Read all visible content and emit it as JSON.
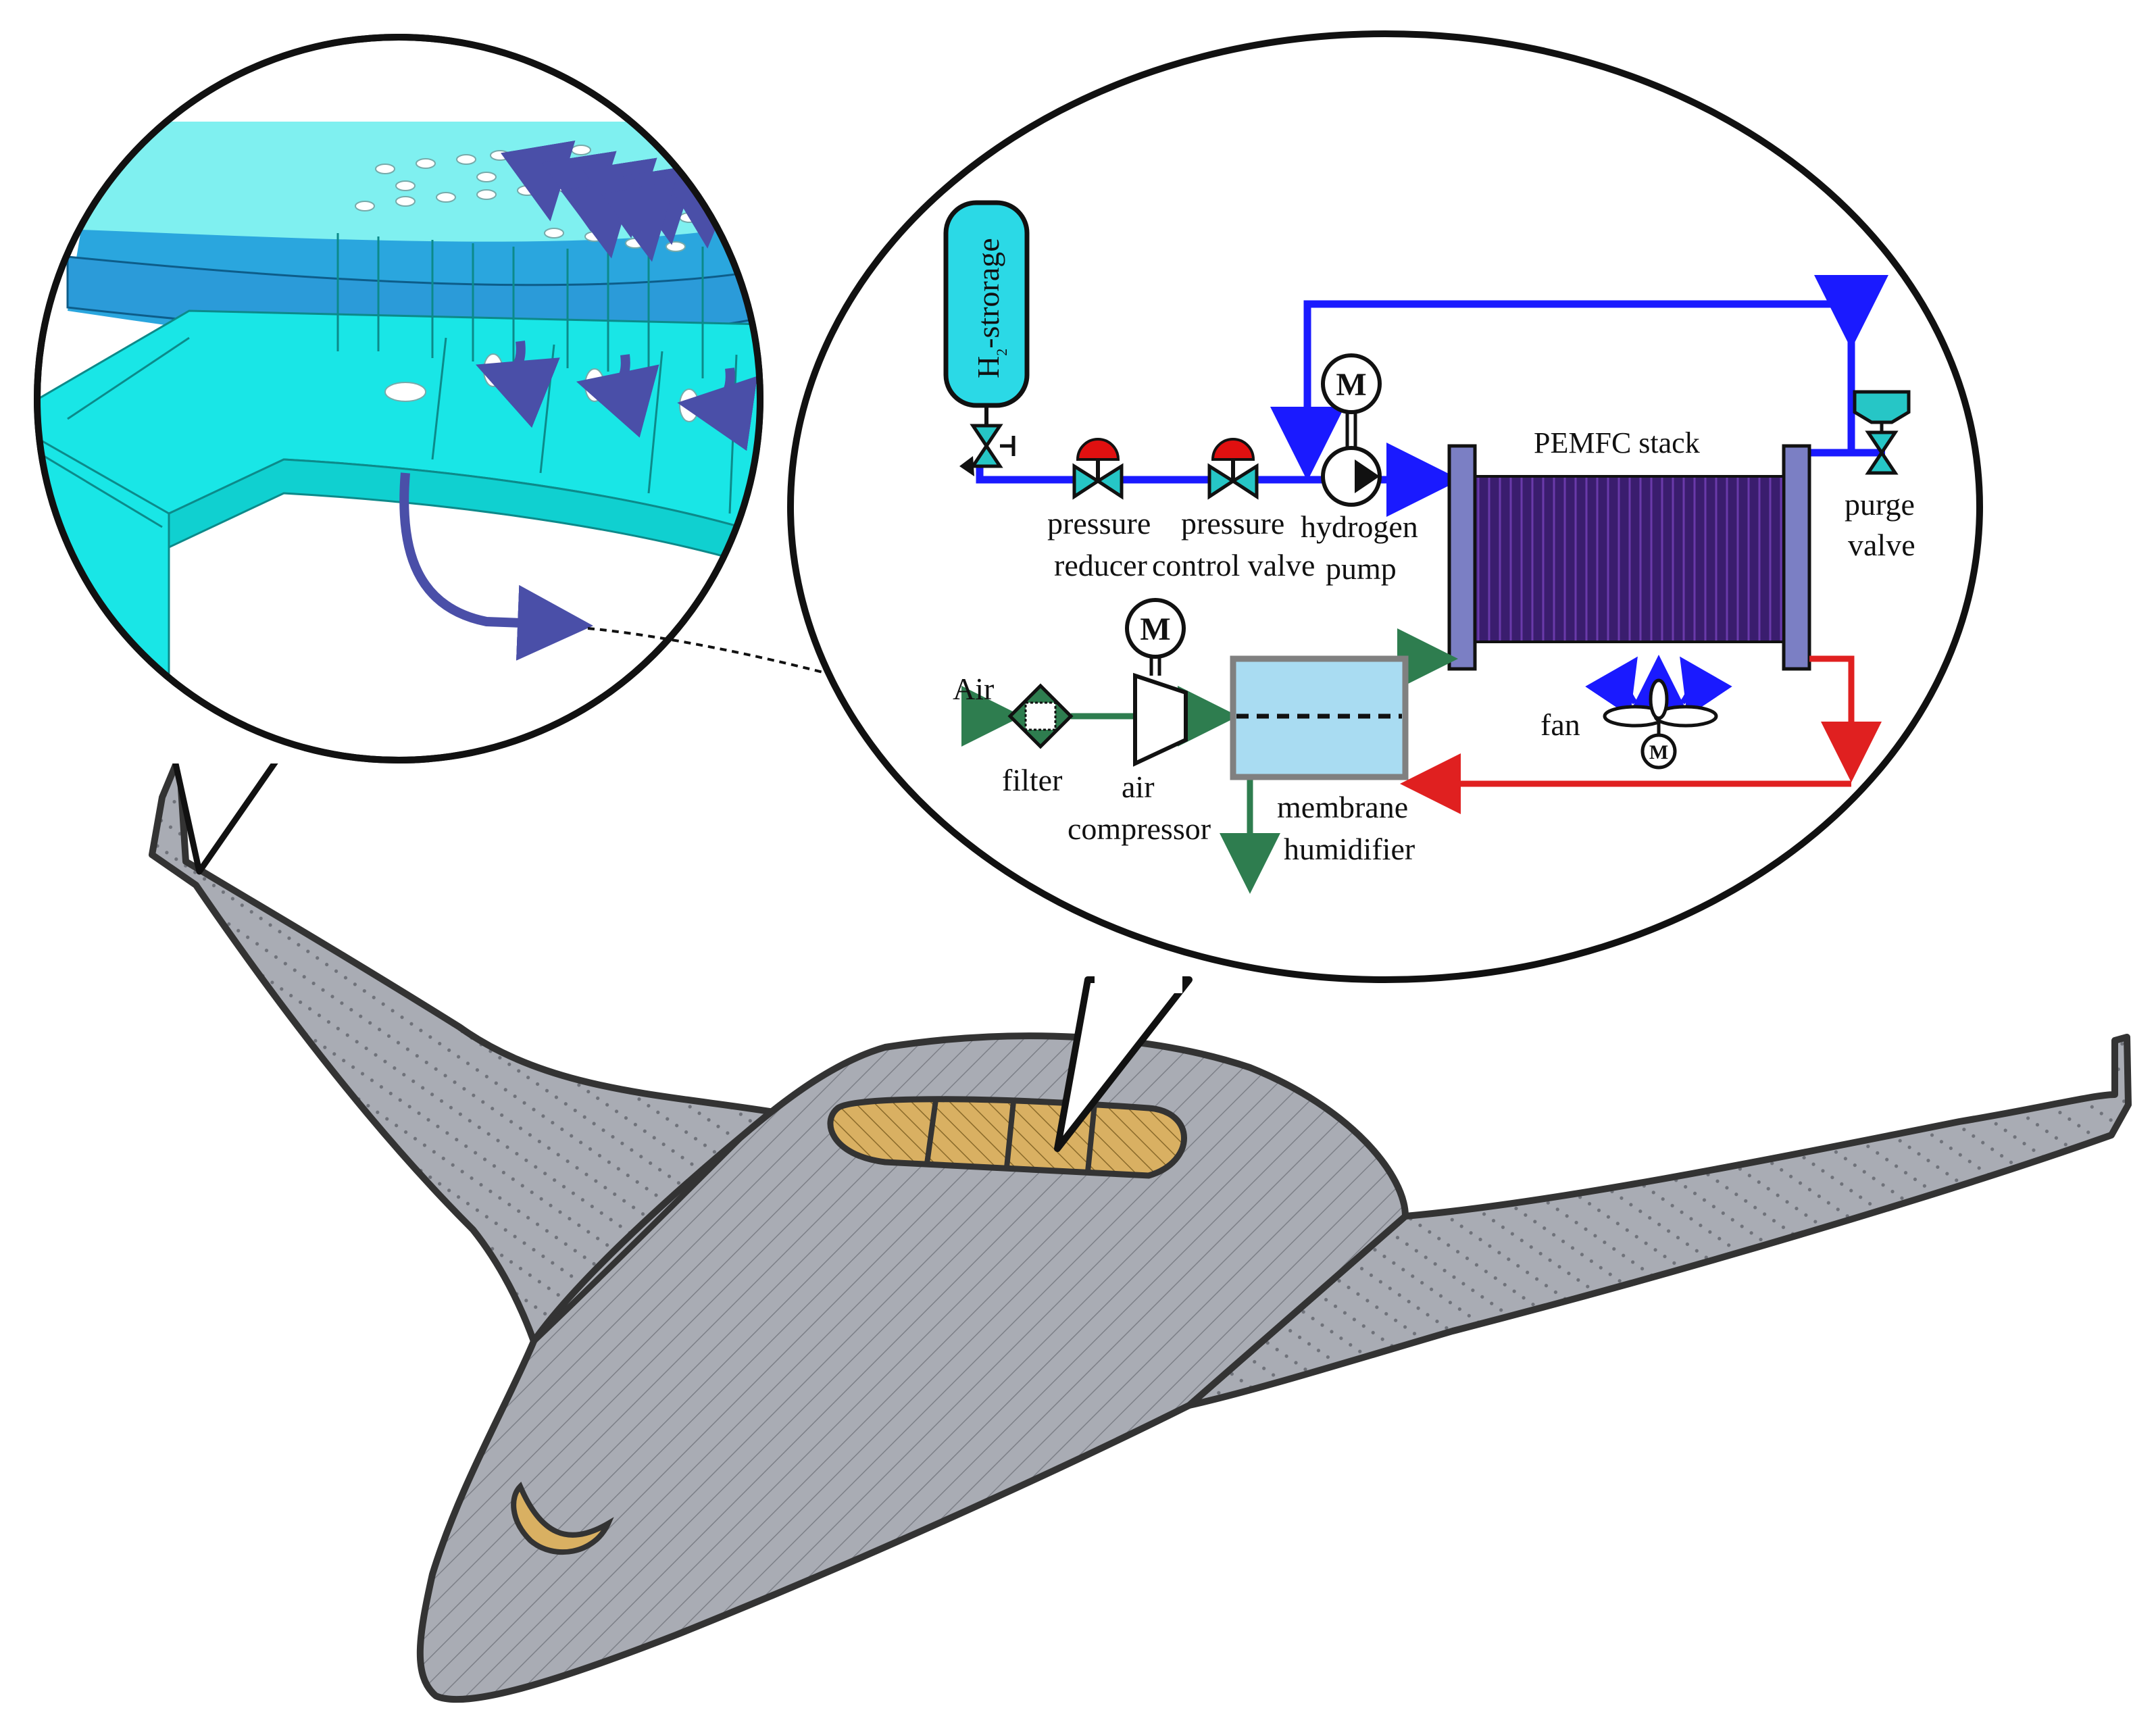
{
  "labels": {
    "h_storage_prefix": "H",
    "h_storage_sub": "2",
    "h_storage_suffix": "-strorage",
    "pressure_reducer_1": "pressure",
    "pressure_reducer_2": "reducer",
    "pressure_control_1": "pressure",
    "pressure_control_2": "control valve",
    "hydrogen_pump_1": "hydrogen",
    "hydrogen_pump_2": "pump",
    "stack": "PEMFC stack",
    "purge_1": "purge",
    "purge_2": "valve",
    "air": "Air",
    "filter": "filter",
    "compressor_1": "air",
    "compressor_2": "compressor",
    "humidifier_1": "membrane",
    "humidifier_2": "humidifier",
    "fan": "fan",
    "motor": "M"
  },
  "colors": {
    "hydrogen_line": "#1a1aff",
    "air_line": "#2e7d4f",
    "exhaust_line": "#e02020",
    "valve": "#26c6c6",
    "valve_cap": "#e01010",
    "tank": "#2bd9e6",
    "stack_cells": "#3a1d6e",
    "stack_plate": "#7b7fc4",
    "humidifier_fill": "#a9dcf2",
    "humidifier_border": "#808080",
    "aircraft_body": "#a9acb4",
    "window": "#d9b062",
    "inset_cyan": "#19e6e6",
    "inset_arrow": "#4a4fa8"
  }
}
